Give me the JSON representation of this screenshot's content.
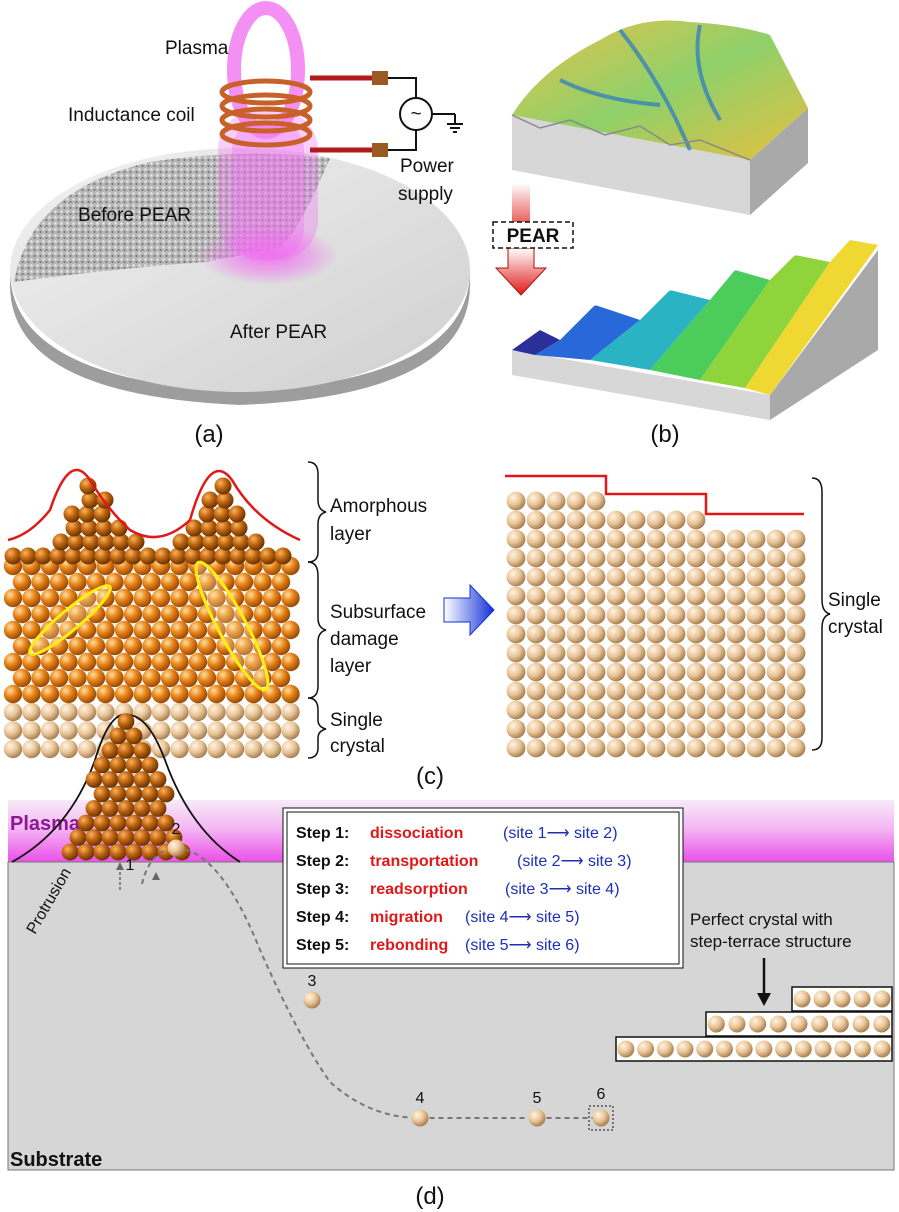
{
  "panel_a": {
    "plasma": "Plasma",
    "coil": "Inductance coil",
    "power1": "Power",
    "power2": "supply",
    "before": "Before PEAR",
    "after": "After PEAR",
    "caption": "(a)"
  },
  "panel_b": {
    "pear": "PEAR",
    "caption": "(b)"
  },
  "panel_c": {
    "amorphous1": "Amorphous",
    "amorphous2": "layer",
    "subsurface1": "Subsurface",
    "subsurface2": "damage",
    "subsurface3": "layer",
    "single1": "Single",
    "single2": "crystal",
    "right_single1": "Single",
    "right_single2": "crystal",
    "caption": "(c)"
  },
  "panel_d": {
    "plasma": "Plasma",
    "substrate": "Substrate",
    "protrusion": "Protrusion",
    "sites": [
      "1",
      "2",
      "3",
      "4",
      "5",
      "6"
    ],
    "steps": [
      {
        "key": "Step 1:",
        "verb": "dissociation",
        "sites": "(site 1⟶ site 2)"
      },
      {
        "key": "Step 2:",
        "verb": "transportation",
        "sites": "(site 2⟶ site 3)"
      },
      {
        "key": "Step 3:",
        "verb": "readsorption",
        "sites": "(site 3⟶ site 4)"
      },
      {
        "key": "Step 4:",
        "verb": "migration",
        "sites": "(site 4⟶ site 5)"
      },
      {
        "key": "Step 5:",
        "verb": "rebonding",
        "sites": "(site 5⟶ site 6)"
      }
    ],
    "perfect1": "Perfect crystal with",
    "perfect2": "step-terrace structure",
    "caption": "(d)"
  },
  "colors": {
    "amorphous_atom": "#a65a10",
    "damage_atom": "#d97812",
    "crystal_atom": "#e9c08f",
    "surface_line": "#e01818",
    "plasma_glow": "#f06cf0",
    "step_verb": "#e01818",
    "step_site": "#1d2fb8"
  }
}
